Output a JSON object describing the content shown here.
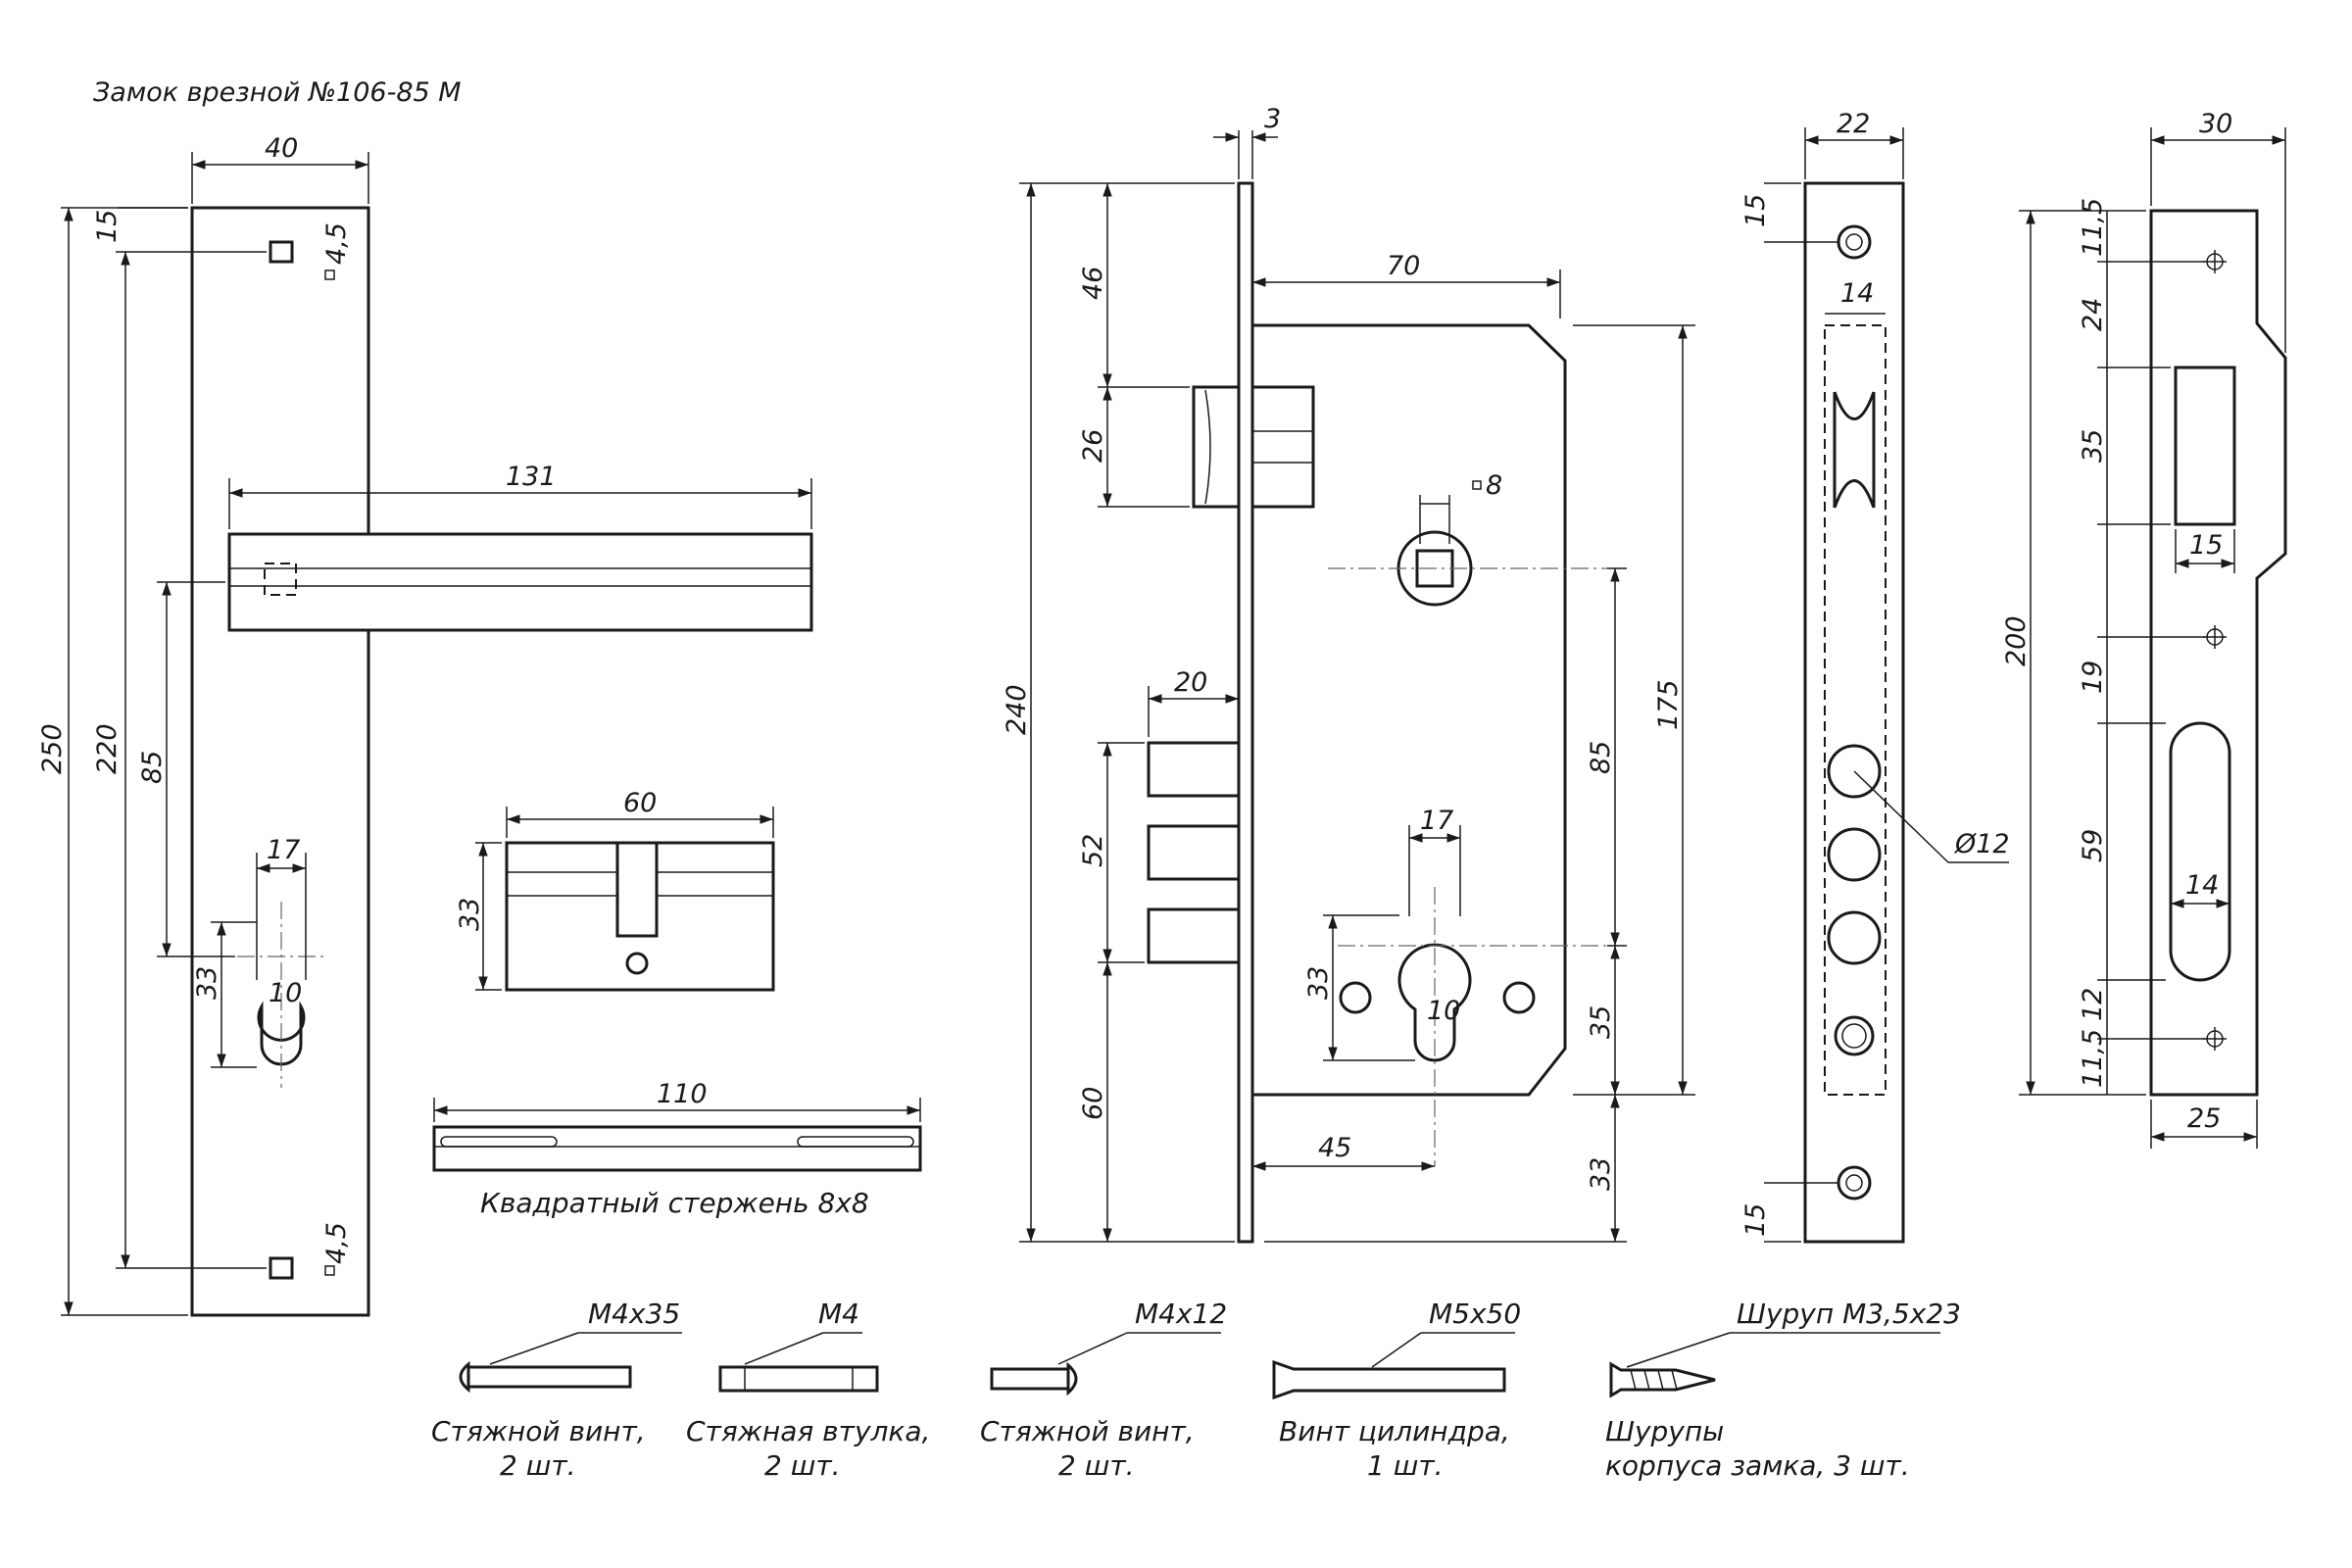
{
  "title": "Замок врезной №106-85 М",
  "dims": {
    "plate_width": "40",
    "plate_height": "250",
    "plate_holes_span": "220",
    "plate_top_offset": "15",
    "screw_hole_top": "4,5",
    "screw_hole_bottom": "4,5",
    "handle_to_cyl": "85",
    "handle_length": "131",
    "cyl_width_plate": "17",
    "cyl_height_plate": "33",
    "cyl_slot_plate": "10",
    "cylinder_length": "60",
    "cylinder_height": "33",
    "spindle_length": "110",
    "faceplate_thickness": "3",
    "lock_height": "240",
    "bolt_top_offset": "46",
    "latch_height": "26",
    "bolt_length": "20",
    "bolts_span": "52",
    "bottom_offset": "60",
    "backset": "70",
    "square_hole": "8",
    "case_height": "175",
    "center_distance": "85",
    "cyl_width_case": "17",
    "cyl_height_case": "33",
    "cyl_slot_case": "10",
    "cyl_to_bottom": "35",
    "cyl_backset": "45",
    "faceplate_bottom_offset": "33",
    "faceplate_width": "22",
    "face_top_offset": "15",
    "face_inner_width": "14",
    "bolt_diameter": "Ø12",
    "face_bottom_offset": "15",
    "strike_width": "30",
    "strike_top_offset": "11,5",
    "strike_24": "24",
    "strike_35": "35",
    "strike_15": "15",
    "strike_height": "200",
    "strike_19": "19",
    "strike_59": "59",
    "strike_slot_width": "14",
    "strike_12": "12",
    "strike_bottom_offset": "11,5",
    "strike_bottom_width": "25"
  },
  "spindle_caption": "Квадратный стержень 8х8",
  "parts": [
    {
      "spec": "М4х35",
      "name": "Стяжной винт,",
      "qty": "2 шт."
    },
    {
      "spec": "М4",
      "name": "Стяжная втулка,",
      "qty": "2 шт."
    },
    {
      "spec": "М4х12",
      "name": "Стяжной винт,",
      "qty": "2 шт."
    },
    {
      "spec": "М5х50",
      "name": "Винт цилиндра,",
      "qty": "1 шт."
    },
    {
      "spec": "Шуруп М3,5х23",
      "name": "Шурупы",
      "qty": "корпуса замка, 3 шт."
    }
  ]
}
